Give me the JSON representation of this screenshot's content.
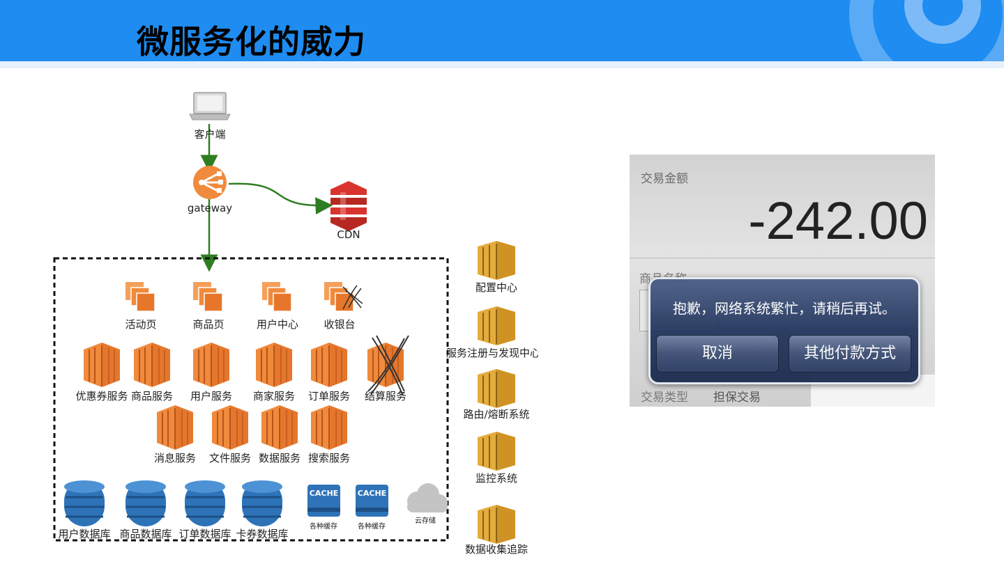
{
  "slide": {
    "title": "微服务化的威力"
  },
  "diagram": {
    "client_label": "客户端",
    "gateway_label": "gateway",
    "cdn_label": "CDN",
    "frontend_apps": [
      "活动页",
      "商品页",
      "用户中心",
      "收银台"
    ],
    "services_row1": [
      "优惠券服务",
      "商品服务",
      "用户服务",
      "商家服务",
      "订单服务",
      "结算服务"
    ],
    "services_row2": [
      "消息服务",
      "文件服务",
      "数据服务",
      "搜索服务"
    ],
    "databases": [
      "用户数据库",
      "商品数据库",
      "订单数据库",
      "卡券数据库"
    ],
    "caches": [
      {
        "icon_text": "CACHE",
        "label": "各种缓存"
      },
      {
        "icon_text": "CACHE",
        "label": "各种缓存"
      }
    ],
    "cloud_storage_label": "云存储",
    "infrastructure": [
      "配置中心",
      "服务注册与发现中心",
      "路由/熔断系统",
      "监控系统",
      "数据收集追踪"
    ],
    "failed_components": [
      "收银台",
      "结算服务"
    ]
  },
  "payment_screenshot": {
    "amount_label": "交易金额",
    "amount": "-242.00",
    "product_name_label": "商品名称",
    "alert_message": "抱歉，网络系统繁忙，请稍后再试。",
    "cancel_button": "取消",
    "other_payment_button": "其他付款方式",
    "transaction_type_label": "交易类型",
    "transaction_type_value": "担保交易"
  },
  "colors": {
    "header_blue": "#1e8cf0",
    "service_orange": "#f08a3c",
    "infra_gold": "#d9a233",
    "db_blue": "#2e73b8",
    "arrow_green": "#2f7d22",
    "cdn_red": "#d9332e"
  }
}
